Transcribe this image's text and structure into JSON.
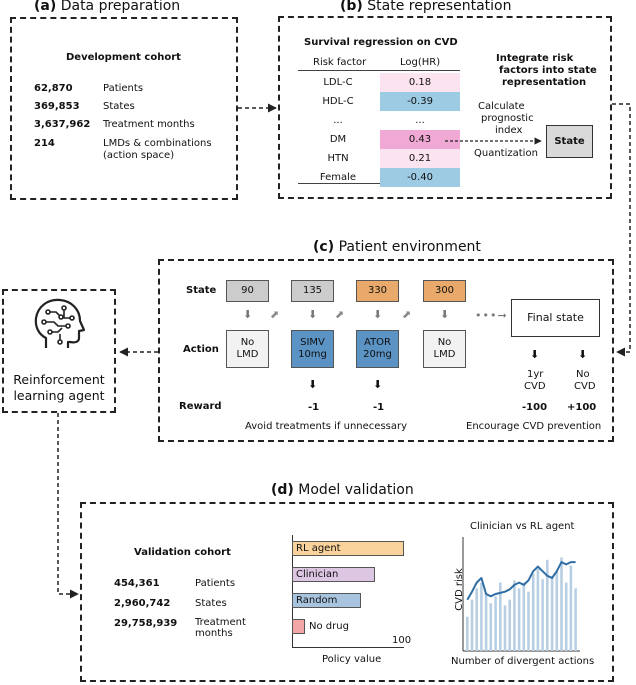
{
  "panel_a": {
    "title_tag": "(a)",
    "title": "Data preparation",
    "heading": "Development cohort",
    "rows": [
      {
        "value": "62,870",
        "label": "Patients"
      },
      {
        "value": "369,853",
        "label": "States"
      },
      {
        "value": "3,637,962",
        "label": "Treatment months"
      },
      {
        "value": "214",
        "label": "LMDs & combinations",
        "label2": "(action space)"
      }
    ]
  },
  "panel_b": {
    "title_tag": "(b)",
    "title": "State representation",
    "table_title": "Survival regression on CVD",
    "col1": "Risk factor",
    "col2": "Log(HR)",
    "rows": [
      {
        "factor": "LDL-C",
        "value": "0.18",
        "color": "#fbe3ef"
      },
      {
        "factor": "HDL-C",
        "value": "-0.39",
        "color": "#9ccbe3"
      },
      {
        "factor": "...",
        "value": "...",
        "color": "#ffffff"
      },
      {
        "factor": "DM",
        "value": "0.43",
        "color": "#f0a8d4"
      },
      {
        "factor": "HTN",
        "value": "0.21",
        "color": "#fbe3ef"
      },
      {
        "factor": "Female",
        "value": "-0.40",
        "color": "#9ccbe3"
      }
    ],
    "integrate_l1": "Integrate risk",
    "integrate_l2": "factors into state",
    "integrate_l3": "representation",
    "calc_l1": "Calculate",
    "calc_l2": "prognostic",
    "calc_l3": "index",
    "quantization": "Quantization",
    "state_label": "State"
  },
  "panel_c": {
    "title_tag": "(c)",
    "title": "Patient environment",
    "row_state": "State",
    "row_action": "Action",
    "row_reward": "Reward",
    "states": [
      {
        "value": "90",
        "color": "#cccccc"
      },
      {
        "value": "135",
        "color": "#cccccc"
      },
      {
        "value": "330",
        "color": "#e8a96a"
      },
      {
        "value": "300",
        "color": "#e8a96a"
      }
    ],
    "actions": [
      {
        "l1": "No",
        "l2": "LMD",
        "color": "#f2f2f2"
      },
      {
        "l1": "SIMV",
        "l2": "10mg",
        "color": "#5b93c4"
      },
      {
        "l1": "ATOR",
        "l2": "20mg",
        "color": "#5b93c4"
      },
      {
        "l1": "No",
        "l2": "LMD",
        "color": "#f2f2f2"
      }
    ],
    "rewards": [
      "-1",
      "-1"
    ],
    "final_state": "Final state",
    "outcome1_l1": "1yr",
    "outcome1_l2": "CVD",
    "outcome2_l1": "No",
    "outcome2_l2": "CVD",
    "reward_final1": "-100",
    "reward_final2": "+100",
    "note1": "Avoid treatments if unnecessary",
    "note2": "Encourage CVD prevention"
  },
  "agent": {
    "label_l1": "Reinforcement",
    "label_l2": "learning agent",
    "icon": "head-circuit-icon"
  },
  "panel_d": {
    "title_tag": "(d)",
    "title": "Model validation",
    "heading": "Validation cohort",
    "rows": [
      {
        "value": "454,361",
        "label": "Patients"
      },
      {
        "value": "2,960,742",
        "label": "States"
      },
      {
        "value": "29,758,939",
        "label": "Treatment",
        "label2": "months"
      }
    ]
  },
  "chart_data": [
    {
      "type": "bar",
      "orientation": "horizontal",
      "categories": [
        "RL agent",
        "Clinician",
        "Random",
        "No drug"
      ],
      "values": [
        100,
        74,
        62,
        12
      ],
      "colors": [
        "#fad29b",
        "#dcc6e2",
        "#a8c4de",
        "#f2a6a6"
      ],
      "xlabel": "Policy value",
      "max_tick_label": "100"
    },
    {
      "type": "bar+line",
      "title": "Clinician vs RL agent",
      "xlabel": "Number of divergent actions",
      "ylabel": "CVD risk",
      "values": [
        0.3,
        0.45,
        0.55,
        0.6,
        0.5,
        0.42,
        0.48,
        0.6,
        0.4,
        0.45,
        0.62,
        0.55,
        0.6,
        0.52,
        0.68,
        0.72,
        0.63,
        0.8,
        0.66,
        0.7,
        0.82,
        0.6,
        0.75,
        0.55
      ],
      "line": [
        0.45,
        0.52,
        0.6,
        0.64,
        0.5,
        0.48,
        0.5,
        0.51,
        0.52,
        0.54,
        0.58,
        0.6,
        0.58,
        0.62,
        0.7,
        0.74,
        0.7,
        0.66,
        0.64,
        0.7,
        0.78,
        0.76,
        0.78,
        0.78
      ],
      "bar_color": "#b8cfe3",
      "line_color": "#2f6ea5",
      "ylim": [
        0,
        1
      ]
    }
  ]
}
